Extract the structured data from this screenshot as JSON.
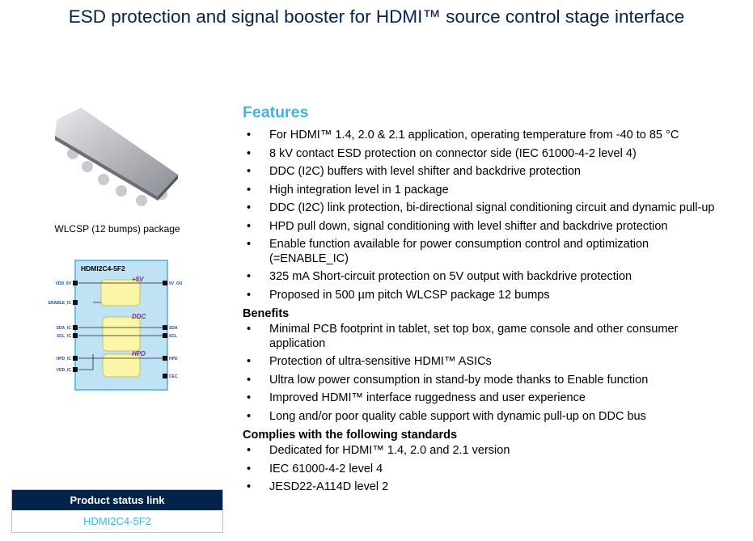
{
  "title": "ESD protection and signal booster for HDMI™ source control stage interface",
  "package_caption": "WLCSP (12 bumps) package",
  "diagram": {
    "name": "HDMI2C4-5F2",
    "left_pins": [
      "VDD_5V",
      "ENABLE_IC",
      "SDA_IC",
      "SCL_IC",
      "HPD_IC",
      "VDD_IC"
    ],
    "right_pins": [
      "5V_OU",
      "SDA",
      "SCL",
      "HPD",
      "CEC"
    ],
    "blocks": [
      "+5V",
      "DDC",
      "HPD"
    ]
  },
  "status": {
    "header": "Product status link",
    "link": "HDMI2C4-5F2"
  },
  "features": {
    "heading": "Features",
    "items": [
      "For HDMI™ 1.4, 2.0 & 2.1 application, operating temperature from -40 to 85 °C",
      "8 kV contact ESD protection on connector side (IEC 61000-4-2 level 4)",
      "DDC (I2C) buffers with level shifter and backdrive protection",
      "High integration level in 1 package",
      "DDC (I2C) link protection, bi-directional signal conditioning circuit and dynamic pull-up",
      "HPD pull down, signal conditioning with level shifter and backdrive protection",
      "Enable function available for power consumption control and optimization (=ENABLE_IC)",
      "325 mA Short-circuit protection on 5V output with backdrive protection",
      "Proposed in 500 µm pitch WLCSP package 12 bumps"
    ]
  },
  "benefits": {
    "heading": "Benefits",
    "items": [
      "Minimal PCB footprint in tablet, set top box, game console and other consumer application",
      "Protection of ultra-sensitive HDMI™ ASICs",
      "Ultra low power consumption in stand-by mode thanks to Enable function",
      "Improved HDMI™ interface ruggedness and user experience",
      "Long and/or poor quality cable support with dynamic pull-up on DDC bus"
    ]
  },
  "standards": {
    "heading": "Complies with the following standards",
    "items": [
      "Dedicated for HDMI™ 1.4, 2.0 and 2.1 version",
      "IEC 61000-4-2 level 4",
      "JESD22-A114D level 2"
    ]
  }
}
